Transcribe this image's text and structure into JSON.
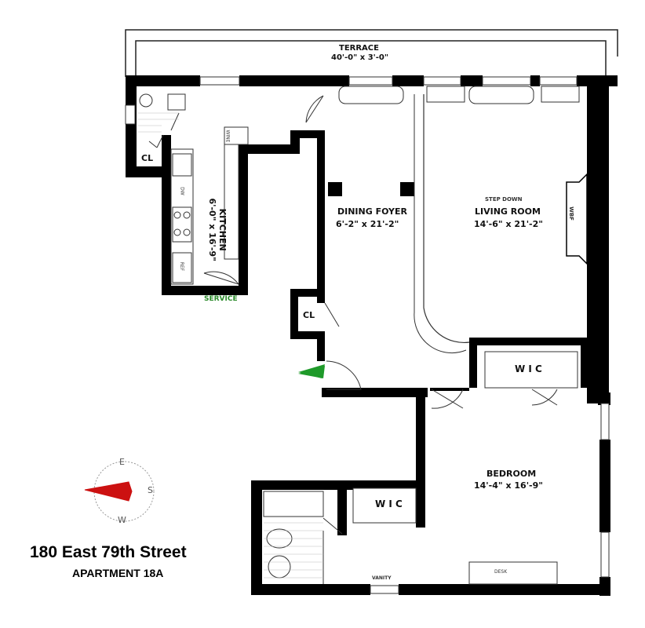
{
  "title": {
    "address": "180 East 79th Street",
    "apartment": "APARTMENT 18A"
  },
  "rooms": {
    "terrace": {
      "name": "TERRACE",
      "dims": "40'-0\" x 3'-0\""
    },
    "kitchen": {
      "name": "KITCHEN",
      "dims": "6'-0\" x 16'-9\""
    },
    "dining_foyer": {
      "name": "DINING FOYER",
      "dims": "6'-2\" x 21'-2\""
    },
    "living_room": {
      "note": "STEP DOWN",
      "name": "LIVING ROOM",
      "dims": "14'-6\" x 21'-2\""
    },
    "bedroom": {
      "name": "BEDROOM",
      "dims": "14'-4\" x 16'-9\""
    }
  },
  "labels": {
    "cl_upper": "CL",
    "cl_foyer": "CL",
    "wic_living": "W I C",
    "wic_bedroom": "W I C",
    "wbf": "WBF",
    "wine": "WINE",
    "dw": "DW",
    "ref": "REF",
    "service": "SERVICE",
    "vanity": "VANITY",
    "desk": "DESK"
  },
  "compass": {
    "north_arrow_color": "#cc1111",
    "e": "E",
    "s": "S",
    "w": "W"
  },
  "colors": {
    "wall": "#000000",
    "entry_arrow": "#1f9a2a",
    "service_text": "#2a8a2a"
  }
}
